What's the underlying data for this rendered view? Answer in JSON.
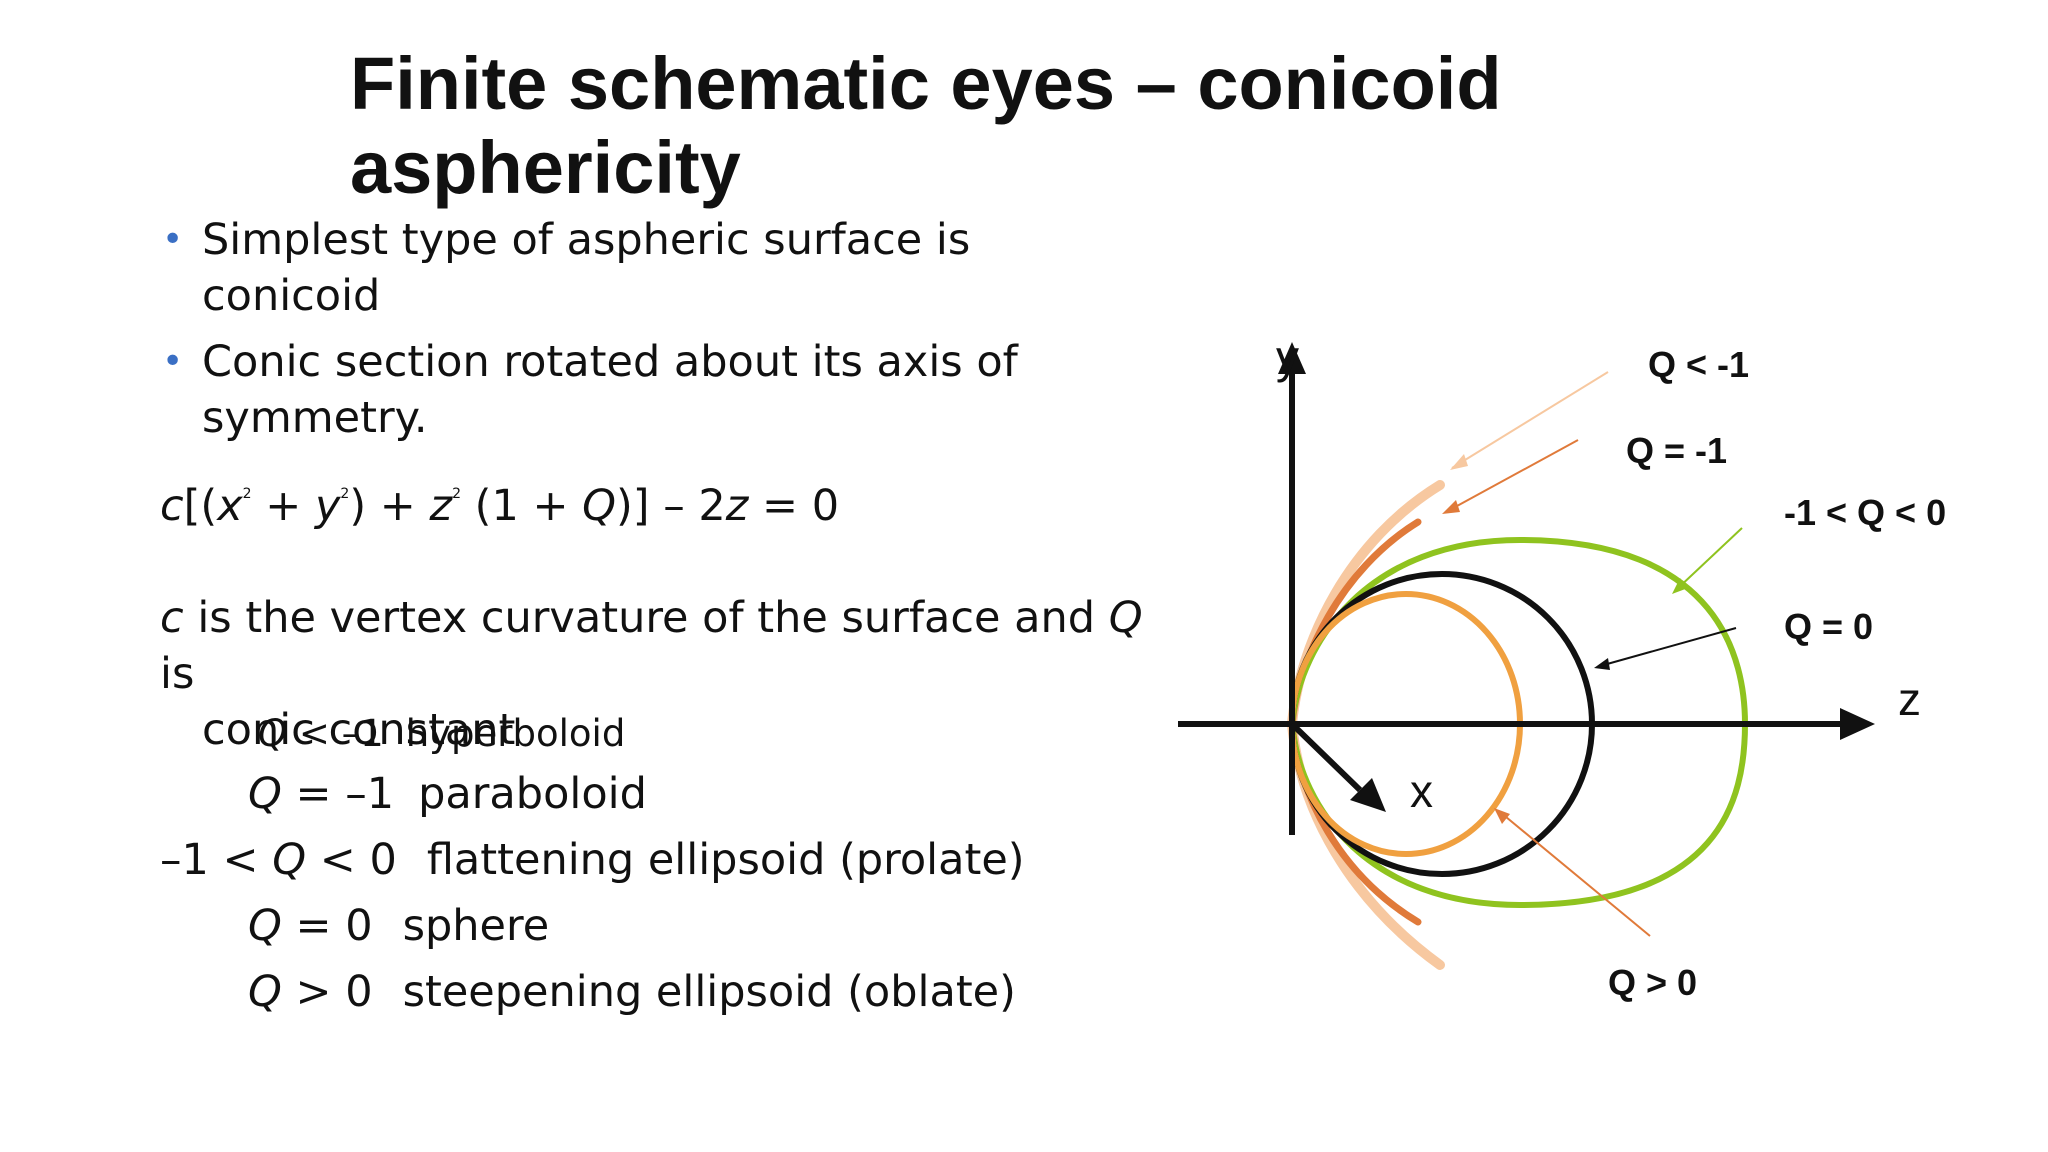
{
  "title": "Finite schematic eyes – conicoid asphericity",
  "bullets": [
    "Simplest type of aspheric surface is conicoid",
    "Conic section rotated about its axis of symmetry."
  ],
  "equation": {
    "c": "c",
    "p1": "[(",
    "x": "x",
    "p2": " + ",
    "y": "y",
    "p3": ") + ",
    "z": "z",
    "p4": " (1 + ",
    "Q": "Q",
    "p5": ")] – 2",
    "z2": "z",
    "p6": " = 0",
    "exp": "2"
  },
  "description": {
    "c": "c",
    "text1": " is the vertex curvature of the surface and ",
    "Q": "Q",
    "text2": " is",
    "line2": "conic constant"
  },
  "conic_list": [
    {
      "q": "Q",
      "cond": " < –1",
      "name": "hyperboloid"
    },
    {
      "q": "Q",
      "cond": " = –1",
      "name": "paraboloid"
    },
    {
      "pre": "–1 < ",
      "q": "Q",
      "cond": " < 0",
      "name": "flattening ellipsoid (prolate)"
    },
    {
      "q": "Q",
      "cond": " = 0",
      "name": "sphere"
    },
    {
      "q": "Q",
      "cond": " > 0",
      "name": "steepening ellipsoid (oblate)"
    }
  ],
  "diagram": {
    "axis_y": "y",
    "axis_z": "z",
    "axis_x": "x",
    "labels": {
      "q_lt_m1": "Q < -1",
      "q_eq_m1": "Q = -1",
      "q_between": "-1 < Q < 0",
      "q_eq_0": "Q = 0",
      "q_gt_0": "Q > 0"
    },
    "colors": {
      "hyperboloid": "#f7c8a0",
      "paraboloid": "#e07a3a",
      "prolate": "#8fc31f",
      "sphere": "#000000",
      "oblate": "#f0a040",
      "bullet": "#3a6fc4"
    }
  }
}
